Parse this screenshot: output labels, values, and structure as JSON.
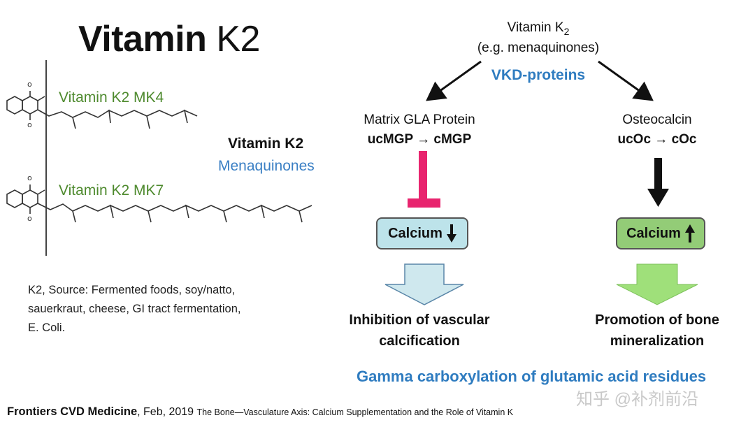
{
  "left_panel": {
    "title_bold": "Vitamin",
    "title_light": "K2",
    "molecules": [
      {
        "label": "Vitamin K2 MK4"
      },
      {
        "label": "Vitamin K2 MK7"
      }
    ],
    "heading": "Vitamin K2",
    "subheading": "Menaquinones",
    "source_text": "K2, Source: Fermented foods, soy/natto,\nsauerkraut, cheese, GI tract fermentation,\nE. Coli."
  },
  "diagram": {
    "top_title": "Vitamin K",
    "top_title_subscript": "2",
    "top_subtitle": "(e.g. menaquinones)",
    "vkd_label": "VKD-proteins",
    "left_branch": {
      "title": "Matrix GLA Protein",
      "conversion": "ucMGP → cMGP",
      "calcium_label": "Calcium",
      "calcium_direction": "down",
      "outcome_line1": "Inhibition of vascular",
      "outcome_line2": "calcification"
    },
    "right_branch": {
      "title": "Osteocalcin",
      "conversion": "ucOc  → cOc",
      "calcium_label": "Calcium",
      "calcium_direction": "up",
      "outcome_line1": "Promotion of bone",
      "outcome_line2": "mineralization"
    },
    "caption": "Gamma carboxylation of glutamic acid residues"
  },
  "watermark": "知乎 @补剂前沿",
  "citation": {
    "journal": "Frontiers CVD Medicine",
    "date": ", Feb, 2019 ",
    "title": "The Bone—Vasculature Axis: Calcium Supplementation and the Role of Vitamin K"
  },
  "colors": {
    "green_label": "#4e8a2e",
    "blue_label": "#2f7cc0",
    "inhibit_bar": "#e8246e",
    "calcium_low_box": "#bde3ea",
    "calcium_high_box": "#93cc77"
  }
}
